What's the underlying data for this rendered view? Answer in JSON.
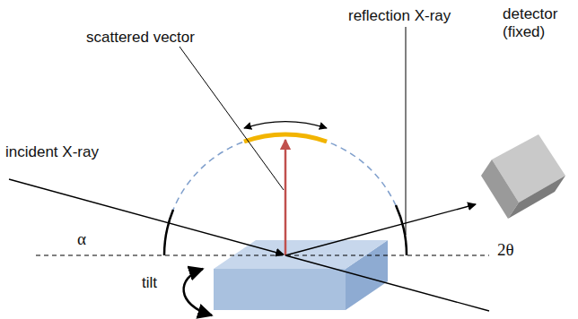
{
  "diagram": {
    "labels": [
      "detector (fixed)",
      "reflection X-ray",
      "scattered vector",
      "incident X-ray",
      "α",
      "2θ",
      "tilt"
    ]
  }
}
